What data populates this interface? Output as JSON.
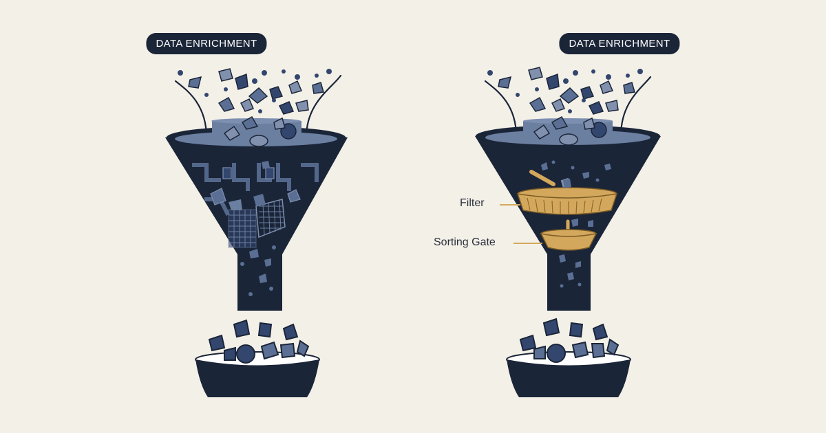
{
  "panels": [
    {
      "title": "DATA ENRICHMENT"
    },
    {
      "title": "DATA ENRICHMENT",
      "callouts": {
        "filter": "Filter",
        "sorting_gate": "Sorting Gate"
      }
    }
  ],
  "colors": {
    "background": "#f3f0e8",
    "funnel": "#1b2538",
    "particle_dark": "#33466e",
    "particle_mid": "#5a6f93",
    "particle_light": "#8090ad",
    "mechanism_gold": "#d4a85c",
    "stroke": "#1b2538"
  }
}
